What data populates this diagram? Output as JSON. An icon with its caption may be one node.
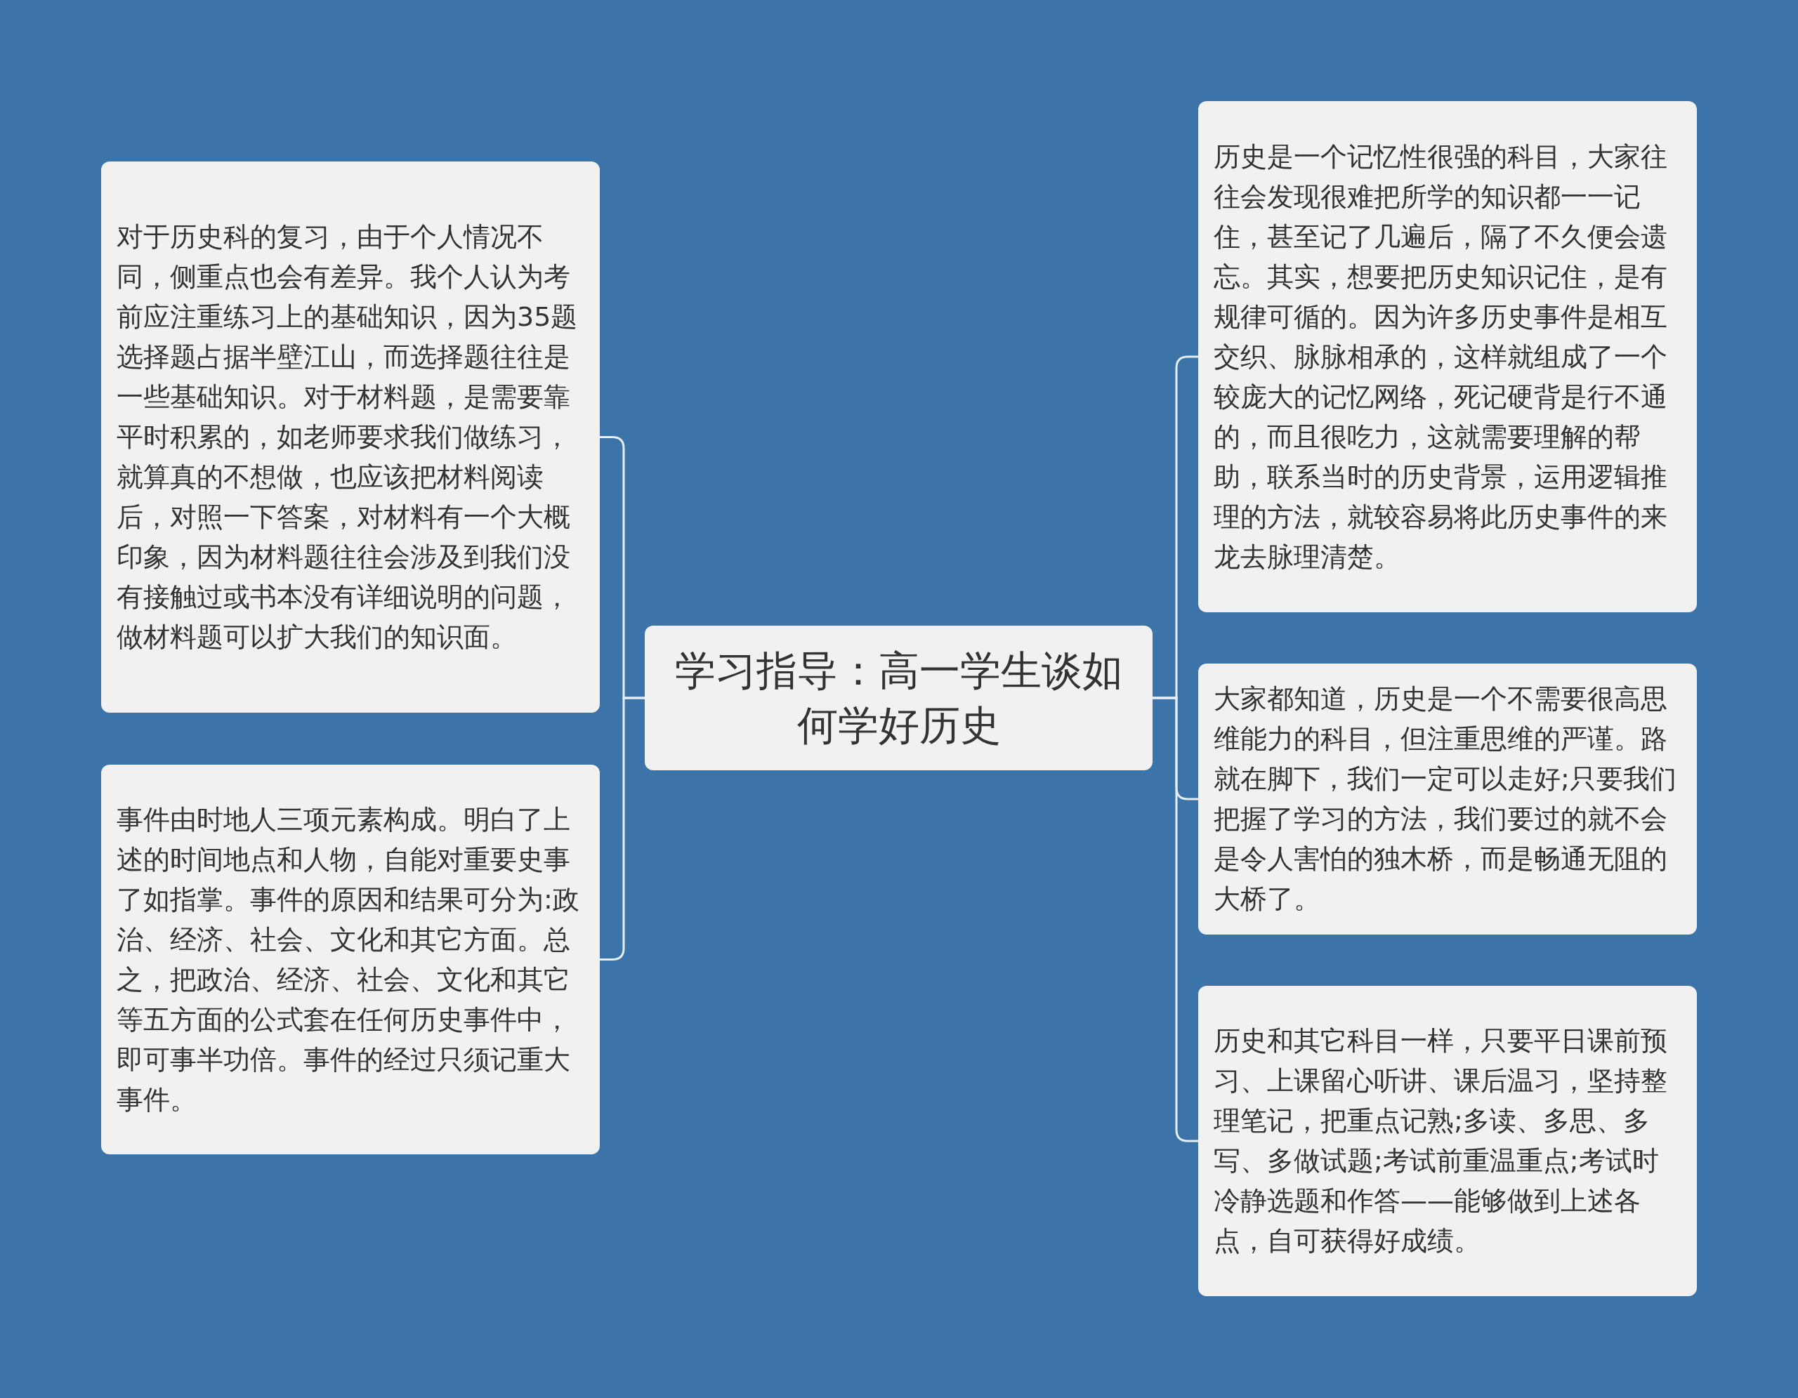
{
  "diagram": {
    "nodes": [
      {
        "text": [
          "学习指导：高一学生谈如何学好历史"
        ]
      },
      {
        "text": [
          "对于历史科的复习，由于个人情况不同，侧重点也会有差异。我个人认为考前应注重练习上的基础知识，因为35题选择题占据半壁江山，而选择题往往是一些基础知识。对于材料题，是需要靠平时积累的，如老师要求我们做练习，就算真的不想做，也应该把材料阅读后，对照一下答案，对材料有一个大概印象，因为材料题往往会涉及到我们没有接触过或书本没有详细说明的问题，做材料题可以扩大我们的知识面。"
        ]
      },
      {
        "text": [
          "事件由时地人三项元素构成。明白了上述的时间地点和人物，自能对重要史事了如指掌。事件的原因和结果可分为:政治、经济、社会、文化和其它方面。总之，把政治、经济、社会、文化和其它等五方面的公式套在任何历史事件中，即可事半功倍。事件的经过只须记重大事件。"
        ]
      },
      {
        "text": [
          "历史是一个记忆性很强的科目，大家往往会发现很难把所学的知识都一一记住，甚至记了几遍后，隔了不久便会遗忘。其实，想要把历史知识记住，是有规律可循的。因为许多历史事件是相互交织、脉脉相承的，这样就组成了一个较庞大的记忆网络，死记硬背是行不通的，而且很吃力，这就需要理解的帮助，联系当时的历史背景，运用逻辑推理的方法，就较容易将此历史事件的来龙去脉理清楚。"
        ]
      },
      {
        "text": [
          "大家都知道，历史是一个不需要很高思维能力的科目，但注重思维的严谨。路就在脚下，我们一定可以走好;只要我们把握了学习的方法，我们要过的就不会是令人害怕的独木桥，而是畅通无阻的大桥了。"
        ]
      },
      {
        "text": [
          "历史和其它科目一样，只要平日课前预习、上课留心听讲、课后温习，坚持整理笔记，把重点记熟;多读、多思、多写、多做试题;考试前重温重点;考试时冷静选题和作答——能够做到上述各点，自可获得好成绩。"
        ]
      }
    ],
    "edges": [
      {
        "from": 0,
        "to": 1,
        "arrow": "none"
      },
      {
        "from": 0,
        "to": 2,
        "arrow": "none"
      },
      {
        "from": 0,
        "to": 3,
        "arrow": "none"
      },
      {
        "from": 0,
        "to": 4,
        "arrow": "none"
      },
      {
        "from": 0,
        "to": 5,
        "arrow": "none"
      }
    ]
  }
}
